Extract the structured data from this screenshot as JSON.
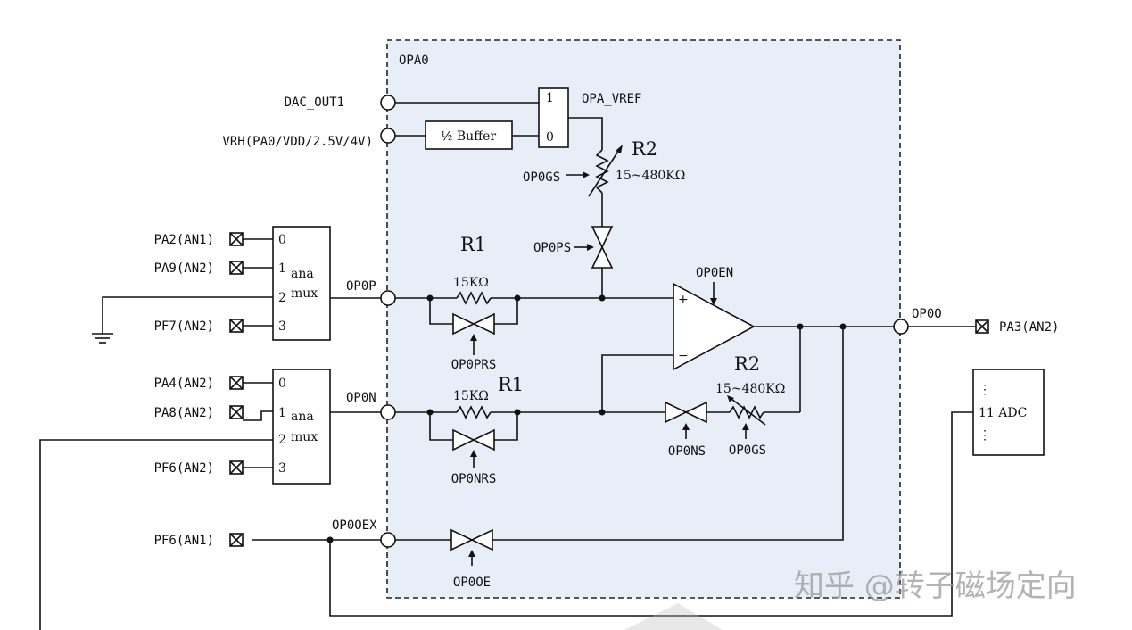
{
  "block": {
    "title": "OPA0",
    "fill": "#e8eef8"
  },
  "inputs": {
    "dac_out": "DAC_OUT1",
    "vrh": "VRH(PA0/VDD/2.5V/4V)"
  },
  "buffer_label": "½ Buffer",
  "vref_mux": {
    "in1": "1",
    "in0": "0",
    "label": "OPA_VREF"
  },
  "r2_top": {
    "name": "R2",
    "range": "15~480KΩ",
    "ctrl": "OP0GS"
  },
  "op0ps": "OP0PS",
  "r1_pos": {
    "name": "R1",
    "value": "15KΩ",
    "switch": "OP0PRS"
  },
  "r1_neg": {
    "name": "R1",
    "value": "15KΩ",
    "switch": "OP0NRS"
  },
  "opamp": {
    "enable": "OP0EN",
    "plus": "+",
    "minus": "−"
  },
  "r2_fb": {
    "name": "R2",
    "range": "15~480KΩ",
    "switch": "OP0NS",
    "ctrl": "OP0GS"
  },
  "mux_p": {
    "pins": [
      "PA2(AN1)",
      "PA9(AN2)",
      "PF7(AN2)"
    ],
    "idx": [
      "0",
      "1",
      "2",
      "3"
    ],
    "name1": "ana",
    "name2": "mux",
    "node": "OP0P"
  },
  "mux_n": {
    "pins": [
      "PA4(AN2)",
      "PA8(AN2)",
      "PF6(AN2)"
    ],
    "idx": [
      "0",
      "1",
      "2",
      "3"
    ],
    "name1": "ana",
    "name2": "mux",
    "node": "OP0N"
  },
  "output": {
    "node": "OP0O",
    "pin": "PA3(AN2)"
  },
  "ext": {
    "node": "OP0OEX",
    "pin": "PF6(AN1)",
    "switch": "OP0OE"
  },
  "adc": {
    "dots1": "⋮",
    "label": "11 ADC",
    "dots2": "⋮"
  },
  "watermark": "知乎 @转子磁场定向"
}
